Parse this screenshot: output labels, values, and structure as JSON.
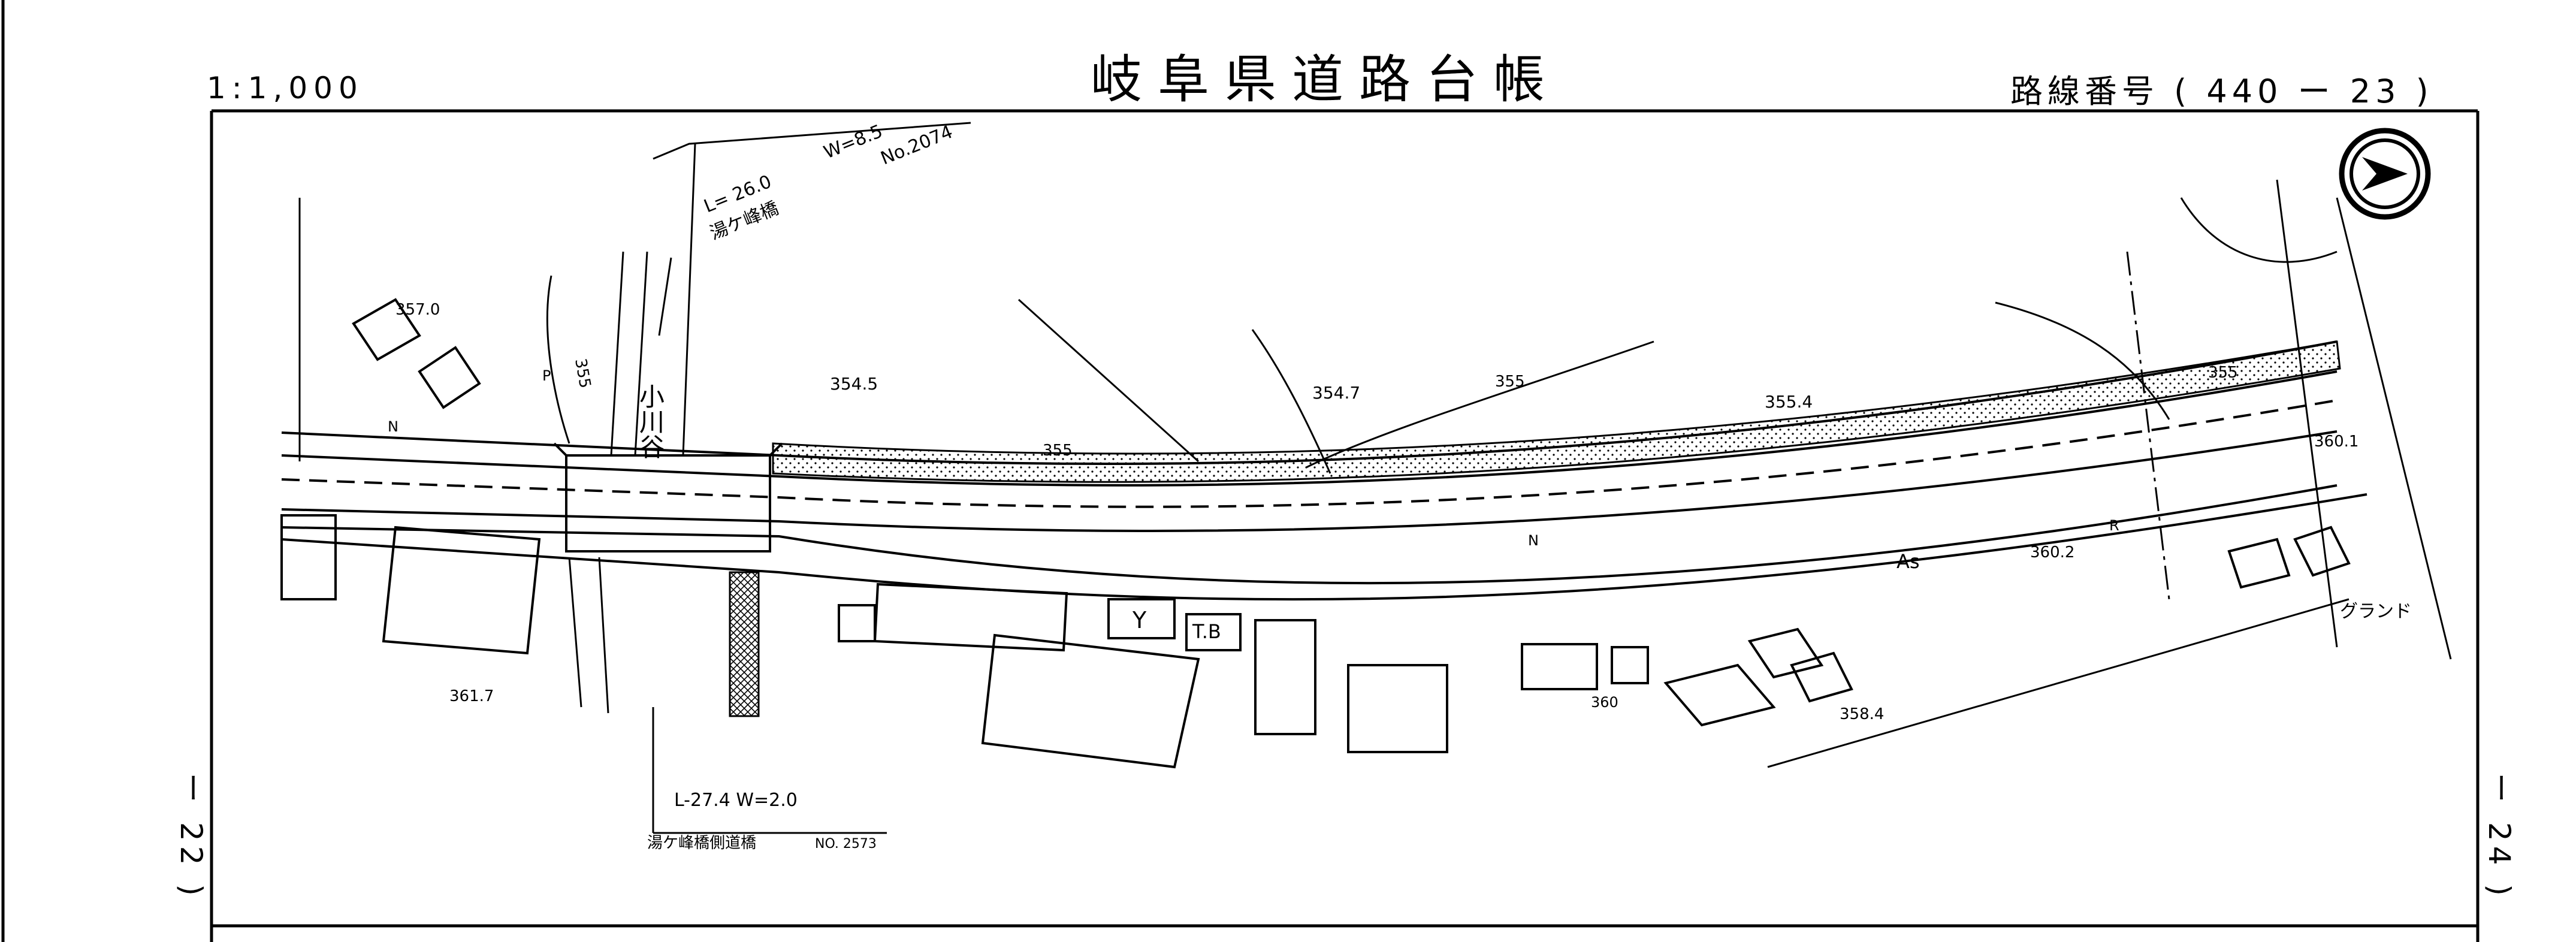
{
  "header": {
    "title": "岐阜県道路台帳",
    "scale": "1:1,000",
    "route_prefix": "路線番号",
    "route_number": "( 440 ー 23 )"
  },
  "sheet_edges": {
    "left_adjacent": "ー 22 )",
    "right_adjacent": "ー 24 )"
  },
  "map_labels": {
    "bridge_top_length": "L= 26.0",
    "bridge_top_width": "W=8.5",
    "bridge_top_no": "No.2074",
    "bridge_top_name": "湯ケ峰橋",
    "river": "小川谷",
    "elev_357": "357.0",
    "elev_3545": "354.5",
    "elev_3547": "354.7",
    "elev_3554": "355.4",
    "contour_355_a": "355",
    "contour_355_b": "355",
    "contour_355_c": "355",
    "contour_355_d": "355",
    "elev_3601": "360.1",
    "elev_3602": "360.2",
    "elev_3617": "361.7",
    "elev_3584": "358.4",
    "elev_360": "360",
    "surface_as": "As",
    "mark_n1": "N",
    "mark_n2": "N",
    "mark_r": "R",
    "mark_p": "P",
    "mark_y": "Y",
    "mark_tb": "T.B",
    "grand": "グランド",
    "footbridge_dims": "L-27.4  W=2.0",
    "footbridge_name": "湯ケ峰橋側道橋",
    "footbridge_no": "NO. 2573"
  },
  "icons": {
    "north_arrow": "north-arrow-icon"
  },
  "colors": {
    "ink": "#000000",
    "paper": "#ffffff"
  }
}
